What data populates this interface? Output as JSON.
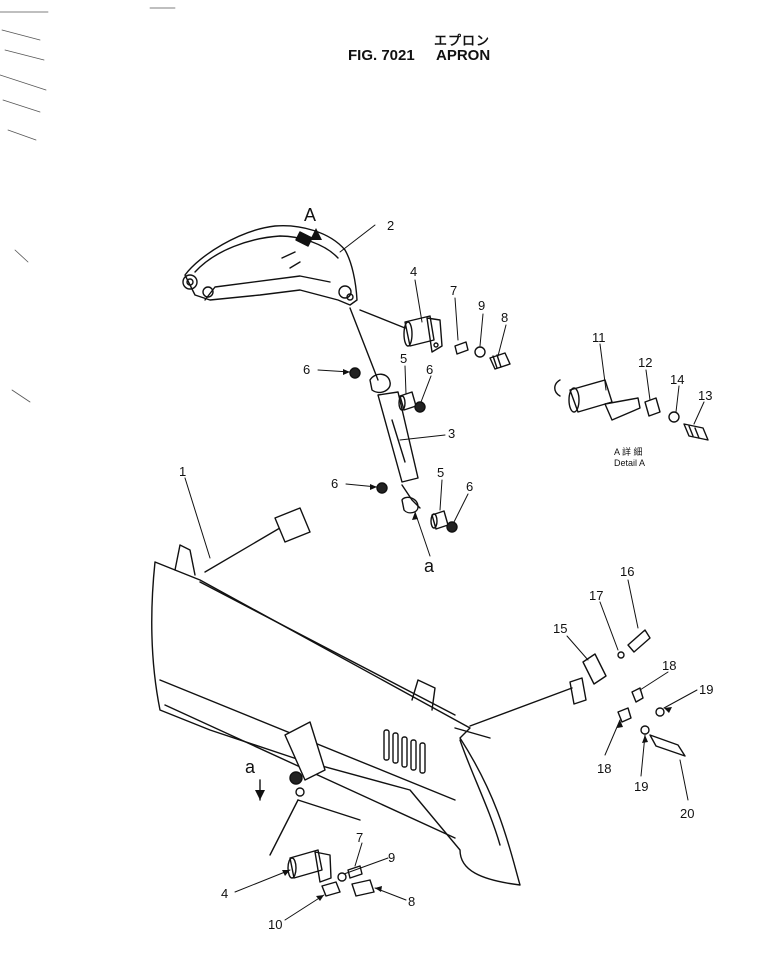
{
  "header": {
    "japanese_title": "エプロン",
    "figure_number": "FIG. 7021",
    "title": "APRON"
  },
  "callouts": {
    "c1": "1",
    "c2": "2",
    "c3": "3",
    "c4a": "4",
    "c4b": "4",
    "c5a": "5",
    "c5b": "5",
    "c6a": "6",
    "c6b": "6",
    "c6c": "6",
    "c6d": "6",
    "c7a": "7",
    "c7b": "7",
    "c8a": "8",
    "c8b": "8",
    "c9a": "9",
    "c9b": "9",
    "c10": "10",
    "c11": "11",
    "c12": "12",
    "c13": "13",
    "c14": "14",
    "c15": "15",
    "c16": "16",
    "c17": "17",
    "c18a": "18",
    "c18b": "18",
    "c19a": "19",
    "c19b": "19",
    "c20": "20"
  },
  "view_labels": {
    "view_A": "A",
    "view_a_top": "a",
    "view_a_bottom": "a"
  },
  "detail_label": {
    "line1": "A 詳 細",
    "line2": "Detail A"
  }
}
